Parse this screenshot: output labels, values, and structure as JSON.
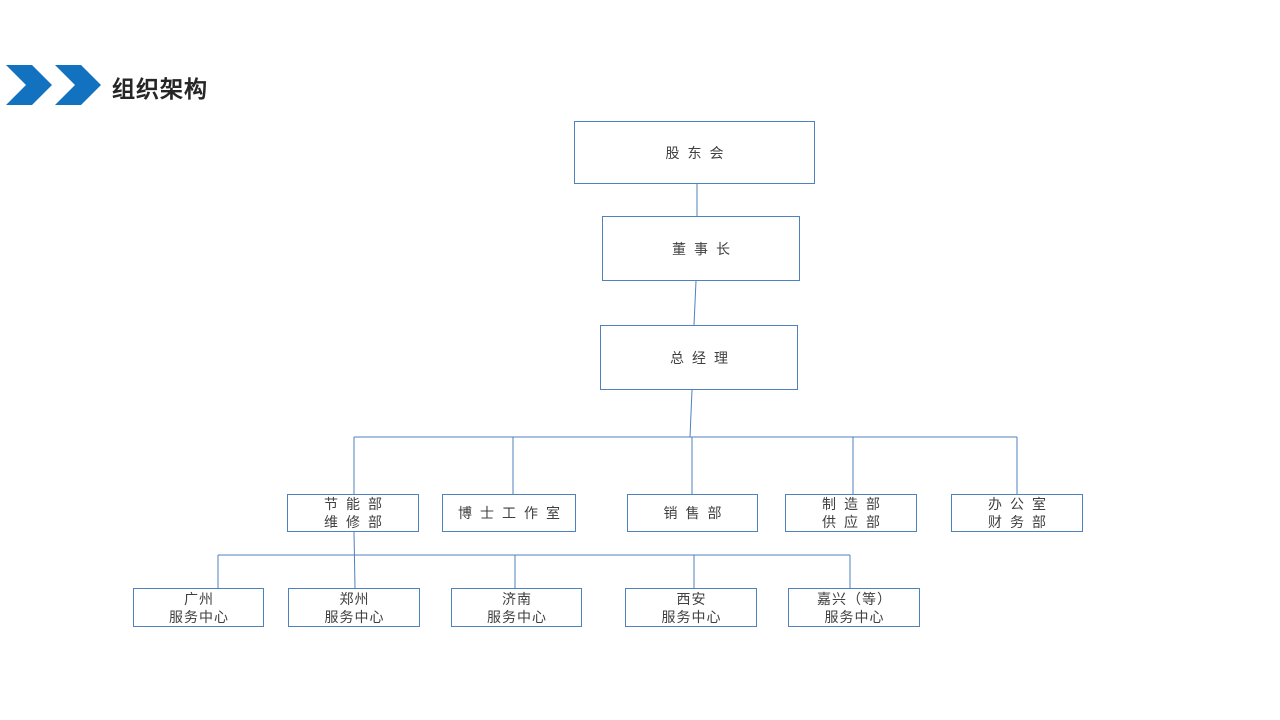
{
  "header": {
    "title": "组织架构",
    "chevron_color": "#1272bf"
  },
  "orgchart": {
    "line_color": "#4f81bd",
    "box_border_color": "#4f81bd",
    "text_color": "#404040",
    "nodes": [
      {
        "id": "shareholders",
        "line1": "股东会"
      },
      {
        "id": "chairman",
        "line1": "董事长"
      },
      {
        "id": "general-manager",
        "line1": "总经理"
      },
      {
        "id": "energy-maintenance",
        "line1": "节能部",
        "line2": "维修部"
      },
      {
        "id": "doctor-studio",
        "line1": "博士工作室"
      },
      {
        "id": "sales-dept",
        "line1": "销售部"
      },
      {
        "id": "manufacturing-supply",
        "line1": "制造部",
        "line2": "供应部"
      },
      {
        "id": "office-finance",
        "line1": "办公室",
        "line2": "财务部"
      },
      {
        "id": "guangzhou-center",
        "line1": "广州",
        "line2": "服务中心"
      },
      {
        "id": "zhengzhou-center",
        "line1": "郑州",
        "line2": "服务中心"
      },
      {
        "id": "jinan-center",
        "line1": "济南",
        "line2": "服务中心"
      },
      {
        "id": "xian-center",
        "line1": "西安",
        "line2": "服务中心"
      },
      {
        "id": "jiaxing-center",
        "line1": "嘉兴（等）",
        "line2": "服务中心"
      }
    ]
  }
}
